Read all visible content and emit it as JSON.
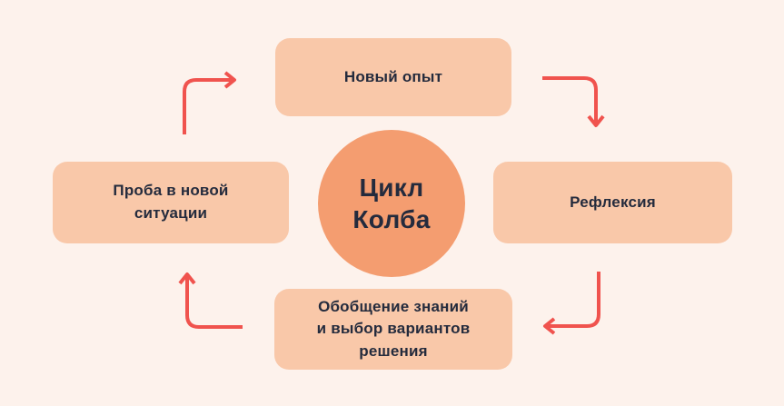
{
  "diagram": {
    "title": "Цикл Колба",
    "center_label": "Цикл\nКолба",
    "nodes": [
      {
        "id": "top",
        "label": "Новый опыт"
      },
      {
        "id": "right",
        "label": "Рефлексия"
      },
      {
        "id": "bottom",
        "label": "Обобщение знаний\nи выбор вариантов\nрешения"
      },
      {
        "id": "left",
        "label": "Проба в новой\nситуации"
      }
    ],
    "flow": [
      "left -> top",
      "top -> right",
      "right -> bottom",
      "bottom -> left"
    ]
  },
  "colors": {
    "bg": "#FDF2EC",
    "box": "#F9C8A9",
    "circle": "#F49D70",
    "arrow": "#F0534E",
    "text": "#242B3D"
  }
}
